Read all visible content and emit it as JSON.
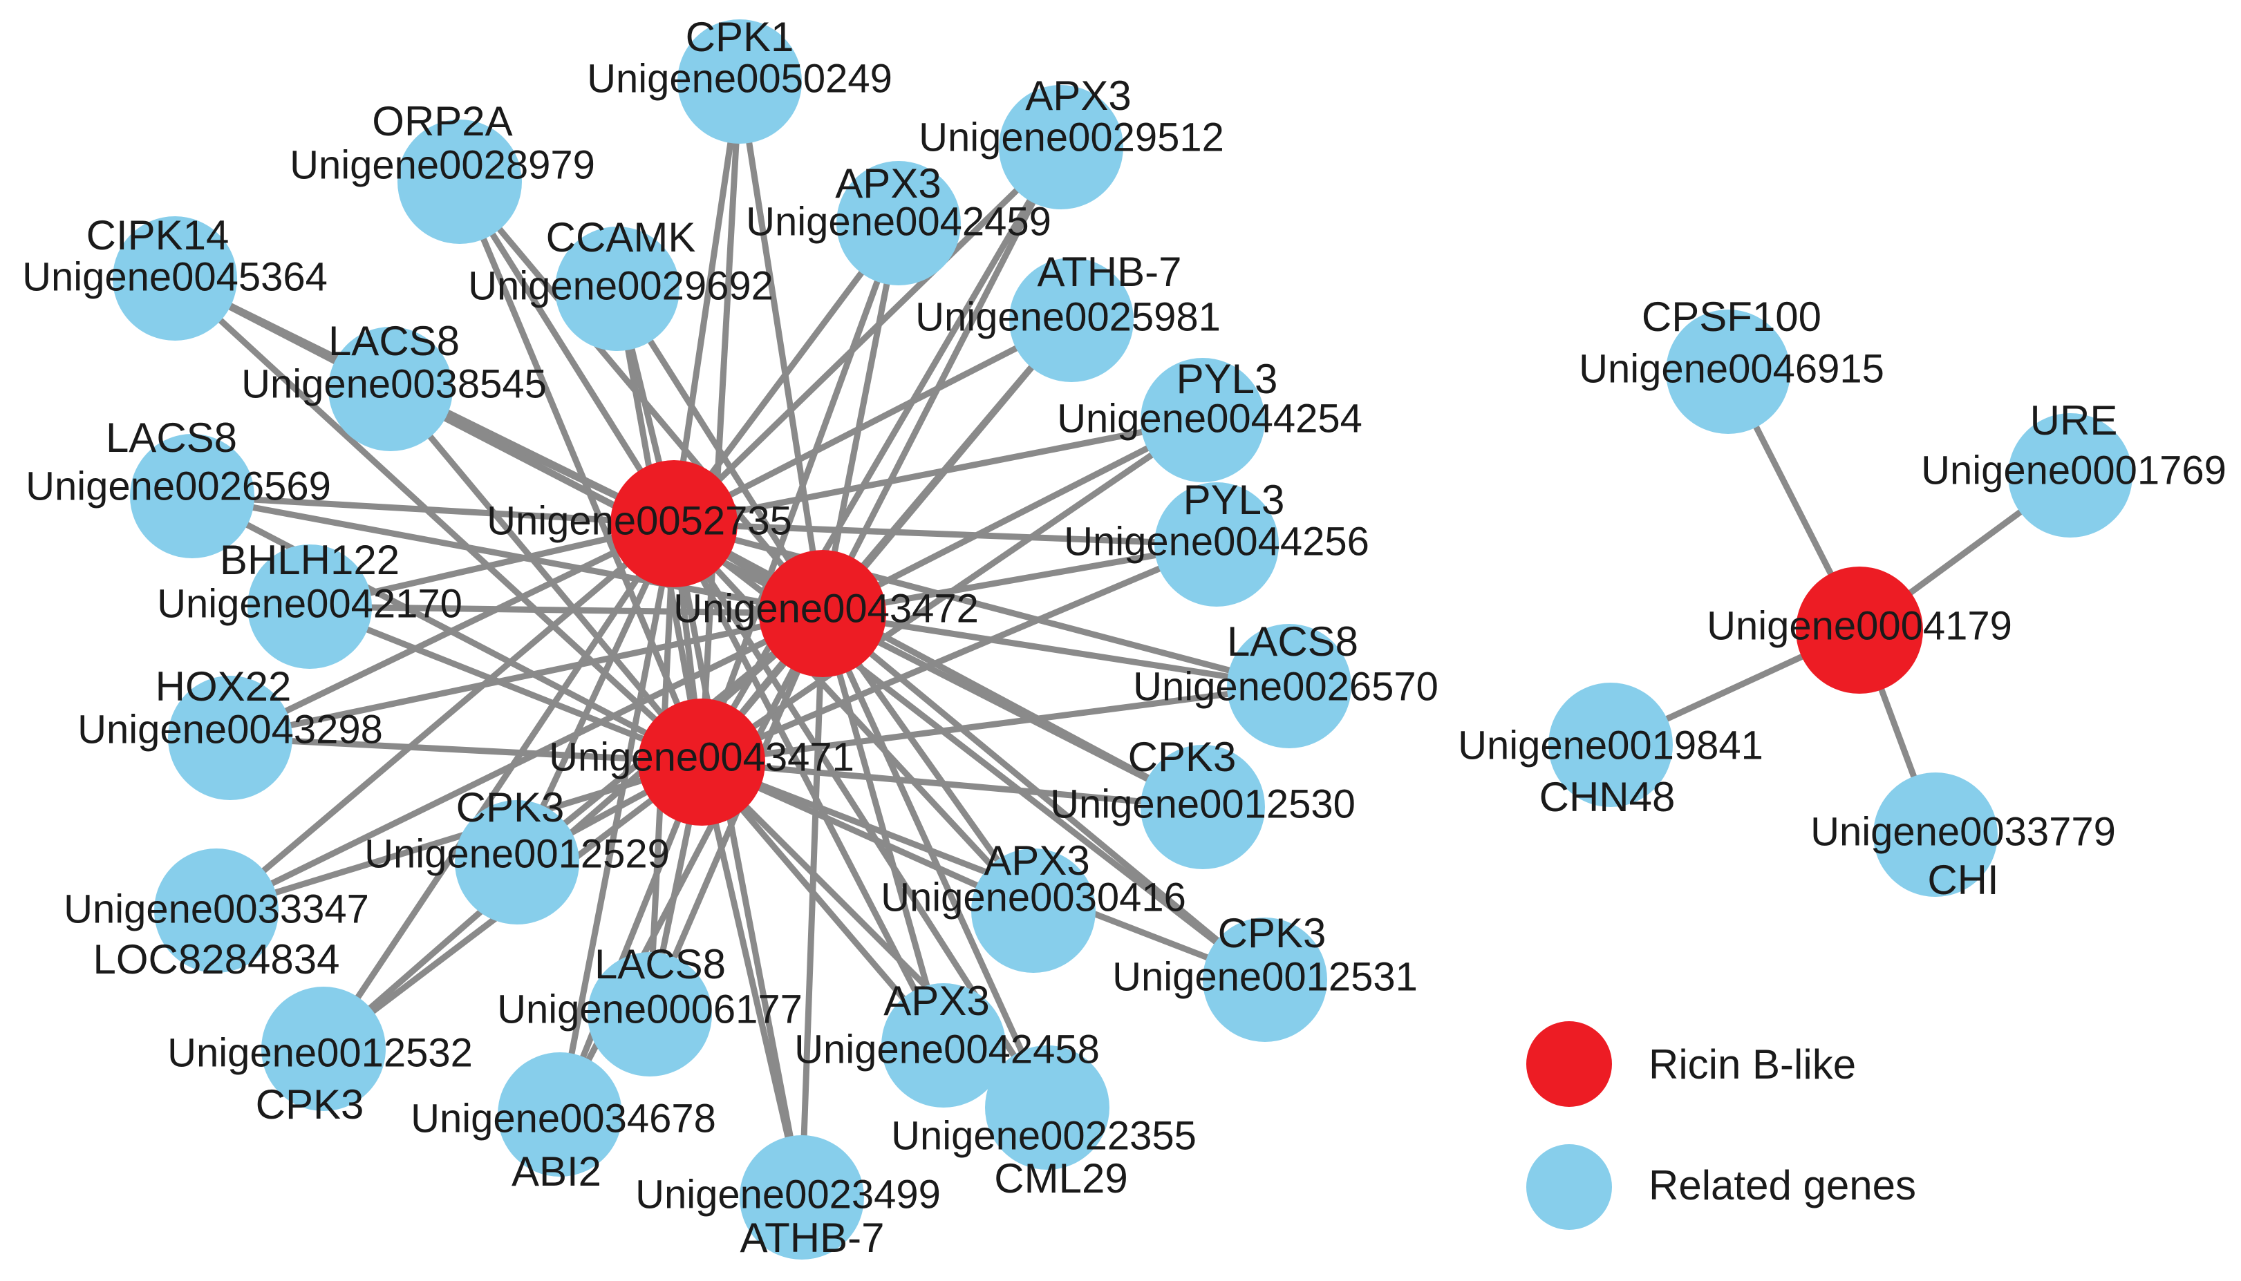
{
  "colors": {
    "ricin": "#ed1c24",
    "related": "#87ceeb",
    "edge": "#8a8a8a",
    "text": "#1a1a1a"
  },
  "legend": {
    "ricin": "Ricin B-like",
    "related": "Related genes"
  },
  "nodes": [
    {
      "id": "Unigene0052735",
      "symbol": "",
      "type": "ricin"
    },
    {
      "id": "Unigene0043472",
      "symbol": "",
      "type": "ricin"
    },
    {
      "id": "Unigene0043471",
      "symbol": "",
      "type": "ricin"
    },
    {
      "id": "Unigene0004179",
      "symbol": "",
      "type": "ricin"
    },
    {
      "id": "Unigene0050249",
      "symbol": "CPK1",
      "type": "related"
    },
    {
      "id": "Unigene0028979",
      "symbol": "ORP2A",
      "type": "related"
    },
    {
      "id": "Unigene0029512",
      "symbol": "APX3",
      "type": "related"
    },
    {
      "id": "Unigene0042459",
      "symbol": "APX3",
      "type": "related"
    },
    {
      "id": "Unigene0029692",
      "symbol": "CCAMK",
      "type": "related"
    },
    {
      "id": "Unigene0045364",
      "symbol": "CIPK14",
      "type": "related"
    },
    {
      "id": "Unigene0025981",
      "symbol": "ATHB-7",
      "type": "related"
    },
    {
      "id": "Unigene0038545",
      "symbol": "LACS8",
      "type": "related"
    },
    {
      "id": "Unigene0044254",
      "symbol": "PYL3",
      "type": "related"
    },
    {
      "id": "Unigene0026569",
      "symbol": "LACS8",
      "type": "related"
    },
    {
      "id": "Unigene0044256",
      "symbol": "PYL3",
      "type": "related"
    },
    {
      "id": "Unigene0042170",
      "symbol": "BHLH122",
      "type": "related"
    },
    {
      "id": "Unigene0026570",
      "symbol": "LACS8",
      "type": "related"
    },
    {
      "id": "Unigene0043298",
      "symbol": "HOX22",
      "type": "related"
    },
    {
      "id": "Unigene0012530",
      "symbol": "CPK3",
      "type": "related"
    },
    {
      "id": "Unigene0012529",
      "symbol": "CPK3",
      "type": "related"
    },
    {
      "id": "Unigene0033347",
      "symbol": "LOC8284834",
      "type": "related"
    },
    {
      "id": "Unigene0030416",
      "symbol": "APX3",
      "type": "related"
    },
    {
      "id": "Unigene0012531",
      "symbol": "CPK3",
      "type": "related"
    },
    {
      "id": "Unigene0006177",
      "symbol": "LACS8",
      "type": "related"
    },
    {
      "id": "Unigene0012532",
      "symbol": "CPK3",
      "type": "related"
    },
    {
      "id": "Unigene0042458",
      "symbol": "APX3",
      "type": "related"
    },
    {
      "id": "Unigene0034678",
      "symbol": "ABI2",
      "type": "related"
    },
    {
      "id": "Unigene0022355",
      "symbol": "CML29",
      "type": "related"
    },
    {
      "id": "Unigene0023499",
      "symbol": "ATHB-7",
      "type": "related"
    },
    {
      "id": "Unigene0046915",
      "symbol": "CPSF100",
      "type": "related"
    },
    {
      "id": "Unigene0001769",
      "symbol": "URE",
      "type": "related"
    },
    {
      "id": "Unigene0019841",
      "symbol": "CHN48",
      "type": "related"
    },
    {
      "id": "Unigene0033779",
      "symbol": "CHI",
      "type": "related"
    }
  ],
  "edges": [
    [
      "Unigene0052735",
      "Unigene0043472"
    ],
    [
      "Unigene0052735",
      "Unigene0043471"
    ],
    [
      "Unigene0043472",
      "Unigene0043471"
    ],
    [
      "Unigene0052735",
      "Unigene0050249"
    ],
    [
      "Unigene0043472",
      "Unigene0050249"
    ],
    [
      "Unigene0043471",
      "Unigene0050249"
    ],
    [
      "Unigene0052735",
      "Unigene0028979"
    ],
    [
      "Unigene0043472",
      "Unigene0028979"
    ],
    [
      "Unigene0043471",
      "Unigene0028979"
    ],
    [
      "Unigene0052735",
      "Unigene0029512"
    ],
    [
      "Unigene0043472",
      "Unigene0029512"
    ],
    [
      "Unigene0043471",
      "Unigene0029512"
    ],
    [
      "Unigene0052735",
      "Unigene0042459"
    ],
    [
      "Unigene0043472",
      "Unigene0042459"
    ],
    [
      "Unigene0043471",
      "Unigene0042459"
    ],
    [
      "Unigene0052735",
      "Unigene0029692"
    ],
    [
      "Unigene0043472",
      "Unigene0029692"
    ],
    [
      "Unigene0043471",
      "Unigene0029692"
    ],
    [
      "Unigene0052735",
      "Unigene0045364"
    ],
    [
      "Unigene0043472",
      "Unigene0045364"
    ],
    [
      "Unigene0043471",
      "Unigene0045364"
    ],
    [
      "Unigene0052735",
      "Unigene0025981"
    ],
    [
      "Unigene0043472",
      "Unigene0025981"
    ],
    [
      "Unigene0043471",
      "Unigene0025981"
    ],
    [
      "Unigene0052735",
      "Unigene0038545"
    ],
    [
      "Unigene0043472",
      "Unigene0038545"
    ],
    [
      "Unigene0043471",
      "Unigene0038545"
    ],
    [
      "Unigene0052735",
      "Unigene0044254"
    ],
    [
      "Unigene0043472",
      "Unigene0044254"
    ],
    [
      "Unigene0043471",
      "Unigene0044254"
    ],
    [
      "Unigene0052735",
      "Unigene0026569"
    ],
    [
      "Unigene0043472",
      "Unigene0026569"
    ],
    [
      "Unigene0043471",
      "Unigene0026569"
    ],
    [
      "Unigene0052735",
      "Unigene0044256"
    ],
    [
      "Unigene0043472",
      "Unigene0044256"
    ],
    [
      "Unigene0043471",
      "Unigene0044256"
    ],
    [
      "Unigene0052735",
      "Unigene0042170"
    ],
    [
      "Unigene0043472",
      "Unigene0042170"
    ],
    [
      "Unigene0043471",
      "Unigene0042170"
    ],
    [
      "Unigene0052735",
      "Unigene0026570"
    ],
    [
      "Unigene0043472",
      "Unigene0026570"
    ],
    [
      "Unigene0043471",
      "Unigene0026570"
    ],
    [
      "Unigene0052735",
      "Unigene0043298"
    ],
    [
      "Unigene0043472",
      "Unigene0043298"
    ],
    [
      "Unigene0043471",
      "Unigene0043298"
    ],
    [
      "Unigene0052735",
      "Unigene0012530"
    ],
    [
      "Unigene0043472",
      "Unigene0012530"
    ],
    [
      "Unigene0043471",
      "Unigene0012530"
    ],
    [
      "Unigene0052735",
      "Unigene0012529"
    ],
    [
      "Unigene0043472",
      "Unigene0012529"
    ],
    [
      "Unigene0043471",
      "Unigene0012529"
    ],
    [
      "Unigene0052735",
      "Unigene0033347"
    ],
    [
      "Unigene0043472",
      "Unigene0033347"
    ],
    [
      "Unigene0043471",
      "Unigene0033347"
    ],
    [
      "Unigene0052735",
      "Unigene0030416"
    ],
    [
      "Unigene0043472",
      "Unigene0030416"
    ],
    [
      "Unigene0043471",
      "Unigene0030416"
    ],
    [
      "Unigene0052735",
      "Unigene0012531"
    ],
    [
      "Unigene0043472",
      "Unigene0012531"
    ],
    [
      "Unigene0043471",
      "Unigene0012531"
    ],
    [
      "Unigene0052735",
      "Unigene0006177"
    ],
    [
      "Unigene0043472",
      "Unigene0006177"
    ],
    [
      "Unigene0043471",
      "Unigene0006177"
    ],
    [
      "Unigene0052735",
      "Unigene0012532"
    ],
    [
      "Unigene0043472",
      "Unigene0012532"
    ],
    [
      "Unigene0043471",
      "Unigene0012532"
    ],
    [
      "Unigene0052735",
      "Unigene0042458"
    ],
    [
      "Unigene0043472",
      "Unigene0042458"
    ],
    [
      "Unigene0043471",
      "Unigene0042458"
    ],
    [
      "Unigene0052735",
      "Unigene0034678"
    ],
    [
      "Unigene0043472",
      "Unigene0034678"
    ],
    [
      "Unigene0043471",
      "Unigene0034678"
    ],
    [
      "Unigene0052735",
      "Unigene0022355"
    ],
    [
      "Unigene0043472",
      "Unigene0022355"
    ],
    [
      "Unigene0043471",
      "Unigene0022355"
    ],
    [
      "Unigene0052735",
      "Unigene0023499"
    ],
    [
      "Unigene0043472",
      "Unigene0023499"
    ],
    [
      "Unigene0043471",
      "Unigene0023499"
    ],
    [
      "Unigene0004179",
      "Unigene0046915"
    ],
    [
      "Unigene0004179",
      "Unigene0001769"
    ],
    [
      "Unigene0004179",
      "Unigene0019841"
    ],
    [
      "Unigene0004179",
      "Unigene0033779"
    ]
  ]
}
